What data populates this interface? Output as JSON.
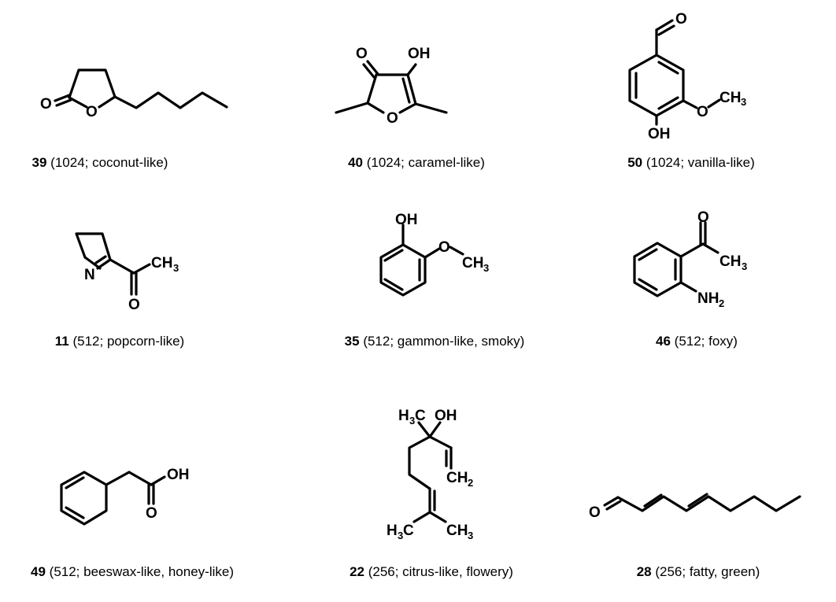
{
  "figure": {
    "compounds": [
      {
        "id": "39",
        "fd_factor": "1024",
        "odor": "coconut-like",
        "caption_rest": " (1024; coconut-like)",
        "atoms": [
          "O",
          "O"
        ]
      },
      {
        "id": "40",
        "fd_factor": "1024",
        "odor": "caramel-like",
        "caption_rest": " (1024; caramel-like)",
        "atoms": [
          "O",
          "OH",
          "O"
        ]
      },
      {
        "id": "50",
        "fd_factor": "1024",
        "odor": "vanilla-like",
        "caption_rest": " (1024; vanilla-like)",
        "atoms": [
          "O",
          "O",
          "CH",
          "3",
          "OH"
        ]
      },
      {
        "id": "11",
        "fd_factor": "512",
        "odor": "popcorn-like",
        "caption_rest": " (512; popcorn-like)",
        "atoms": [
          "N",
          "CH",
          "3",
          "O"
        ]
      },
      {
        "id": "35",
        "fd_factor": "512",
        "odor": "gammon-like, smoky",
        "caption_rest": " (512; gammon-like, smoky)",
        "atoms": [
          "OH",
          "O",
          "CH",
          "3"
        ]
      },
      {
        "id": "46",
        "fd_factor": "512",
        "odor": "foxy",
        "caption_rest": " (512; foxy)",
        "atoms": [
          "O",
          "CH",
          "3",
          "NH",
          "2"
        ]
      },
      {
        "id": "49",
        "fd_factor": "512",
        "odor": "beeswax-like, honey-like",
        "caption_rest": " (512; beeswax-like, honey-like)",
        "atoms": [
          "OH",
          "O"
        ]
      },
      {
        "id": "22",
        "fd_factor": "256",
        "odor": "citrus-like, flowery",
        "caption_rest": " (256; citrus-like, flowery)",
        "atoms": [
          "H",
          "3",
          "C",
          "OH",
          "CH",
          "2",
          "H",
          "3",
          "C",
          "CH",
          "3"
        ]
      },
      {
        "id": "28",
        "fd_factor": "256",
        "odor": "fatty, green",
        "caption_rest": " (256; fatty, green)",
        "atoms": [
          "O"
        ]
      }
    ]
  }
}
